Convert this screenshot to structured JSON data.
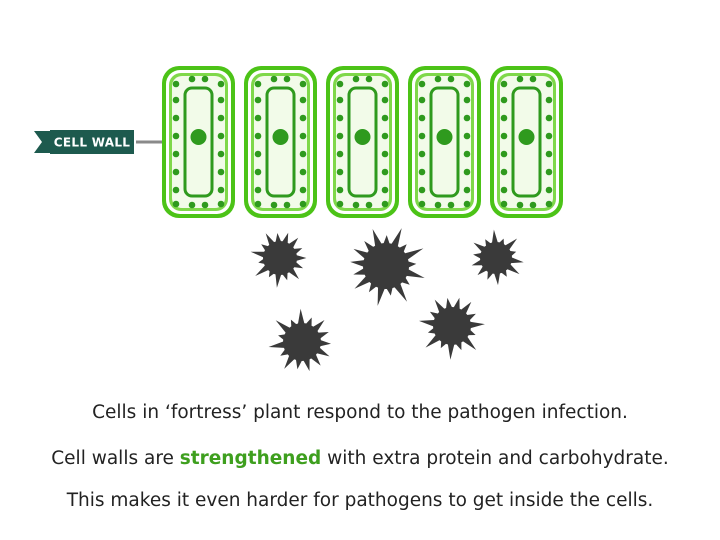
{
  "colors": {
    "wall_outer": "#4cc317",
    "wall_inner": "#7fd84a",
    "cytoplasm": "#f2fbe9",
    "organelle": "#2f9a1e",
    "pathogen": "#3a3a3a",
    "label_bg": "#1d5a4e",
    "label_text": "#ffffff",
    "highlight": "#3e9f1e"
  },
  "label": {
    "text": "CELL WALL"
  },
  "cells_count": 5,
  "pathogens_count": 5,
  "captions": {
    "line1": "Cells in ‘fortress’ plant respond to the pathogen infection.",
    "line2_before": "Cell walls are ",
    "line2_highlight": "strengthened",
    "line2_after": " with extra protein and carbohydrate.",
    "line3": "This makes it even harder for pathogens to get inside the cells."
  }
}
